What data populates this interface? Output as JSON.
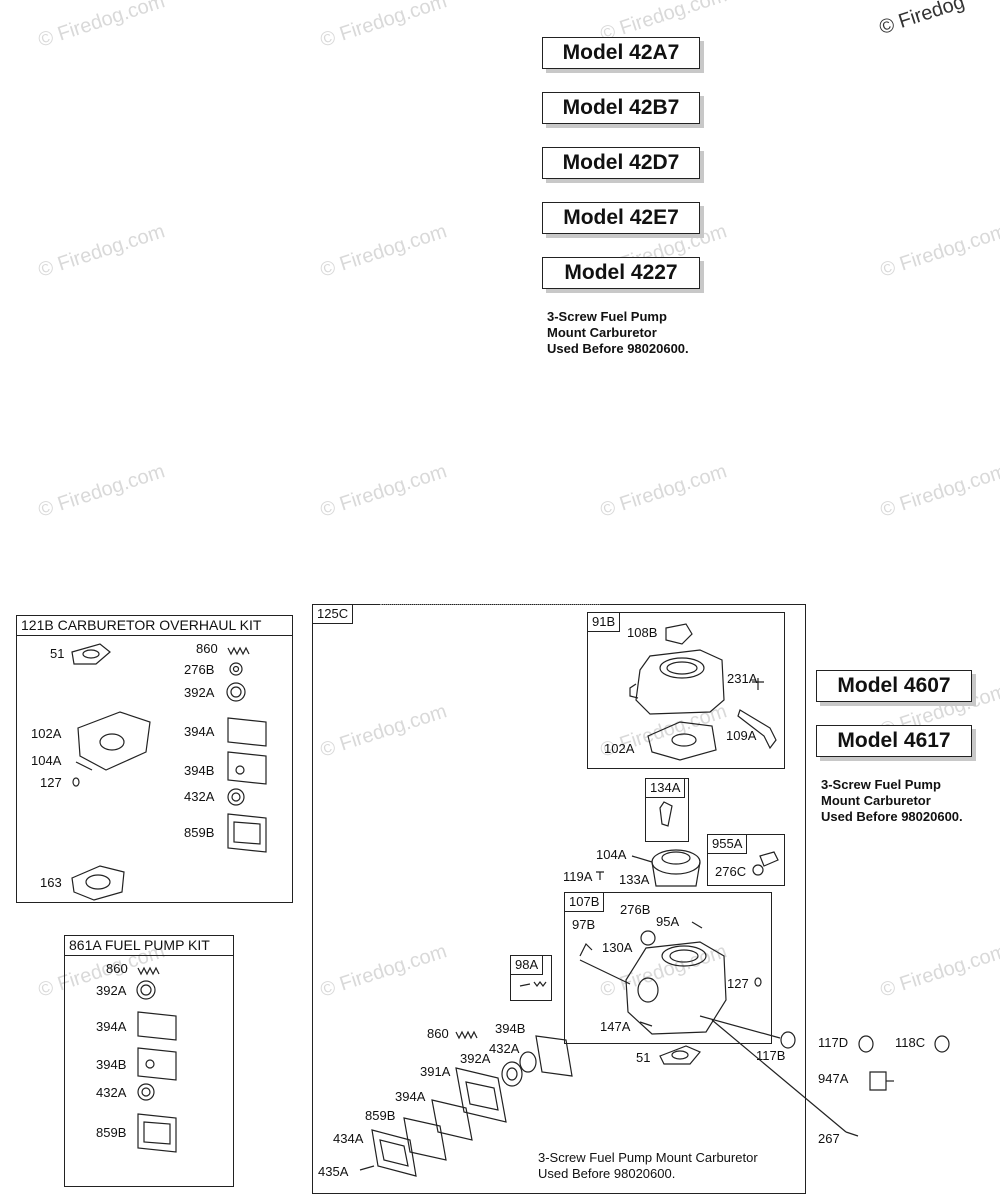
{
  "watermark": "© Firedog.com",
  "copyright": "© Firedog",
  "models_top": [
    "Model 42A7",
    "Model 42B7",
    "Model 42D7",
    "Model 42E7",
    "Model 4227"
  ],
  "note_top": "3-Screw Fuel Pump\nMount Carburetor\nUsed Before 98020600.",
  "models_right": [
    "Model 4607",
    "Model 4617"
  ],
  "note_right": "3-Screw Fuel Pump\nMount Carburetor\nUsed Before 98020600.",
  "overhaul_kit": {
    "title": "121B CARBURETOR OVERHAUL KIT",
    "labels": [
      "51",
      "860",
      "276B",
      "392A",
      "102A",
      "104A",
      "127",
      "394A",
      "394B",
      "432A",
      "859B",
      "163"
    ]
  },
  "pump_kit": {
    "title": "861A  FUEL PUMP KIT",
    "labels": [
      "860",
      "392A",
      "394A",
      "394B",
      "432A",
      "859B"
    ]
  },
  "main_assembly": {
    "tag": "125C",
    "sub_91b": {
      "tag": "91B",
      "labels": [
        "108B",
        "231A",
        "102A",
        "109A"
      ]
    },
    "sub_134a": {
      "tag": "134A"
    },
    "sub_955a": {
      "tag": "955A",
      "labels": [
        "276C"
      ]
    },
    "sub_107b": {
      "tag": "107B",
      "labels": [
        "97B",
        "276B",
        "95A",
        "130A",
        "127",
        "147A"
      ]
    },
    "sub_98a": {
      "tag": "98A"
    },
    "labels": [
      "104A",
      "119A",
      "133A",
      "860",
      "394B",
      "432A",
      "392A",
      "391A",
      "394A",
      "859B",
      "434A",
      "435A",
      "51",
      "117B",
      "267"
    ],
    "caption": "3-Screw Fuel Pump Mount Carburetor\nUsed Before 98020600."
  },
  "outside_labels": [
    "117D",
    "118C",
    "947A"
  ]
}
